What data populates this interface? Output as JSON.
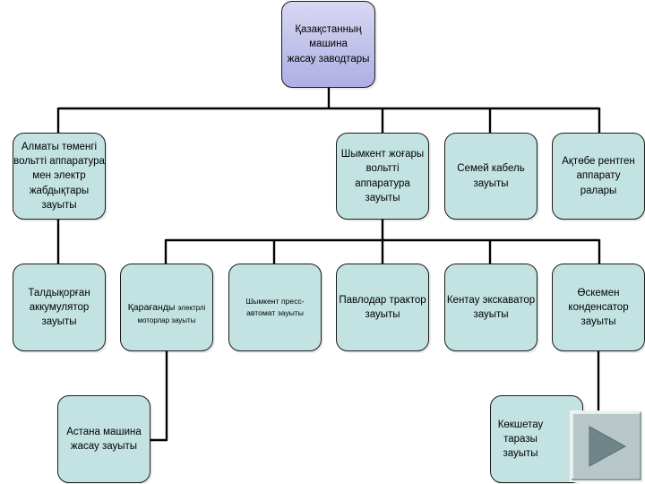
{
  "diagram": {
    "root": {
      "label": "Қазақстанның\nмашина\nжасау заводтары"
    },
    "level1": [
      {
        "label": "Алматы төменгі\nвольтті аппаратура\nмен электр\nжабдықтары\nзауыты"
      },
      {
        "label": "Шымкент жоғары\nвольтті\nаппаратура\nзауыты"
      },
      {
        "label": "Семей кабель\nзауыты"
      },
      {
        "label": "Ақтөбе рентген\nаппарату\nралары"
      }
    ],
    "level2": [
      {
        "label": "Талдықорған\nаккумулятор\nзауыты"
      },
      {
        "label_main": "Қарағанды ",
        "label_small": "электрлі\nмоторлар зауыты"
      },
      {
        "label": "Шымкент пресс-\nавтомат зауыты"
      },
      {
        "label": "Павлодар трактор\nзауыты"
      },
      {
        "label": "Кентау экскаватор\nзауыты"
      },
      {
        "label": "Өскемен\nконденсатор\nзауыты"
      }
    ],
    "level3": [
      {
        "label": "Астана машина\nжасау зауыты"
      },
      {
        "label": "Көкшетау\nтаразы\nзауыты"
      }
    ]
  },
  "navigation": {
    "next_icon": "play-triangle-icon"
  },
  "colors": {
    "box_fill": "#c3e3e3",
    "root_fill": "#b8b8e8",
    "line": "#000000"
  }
}
